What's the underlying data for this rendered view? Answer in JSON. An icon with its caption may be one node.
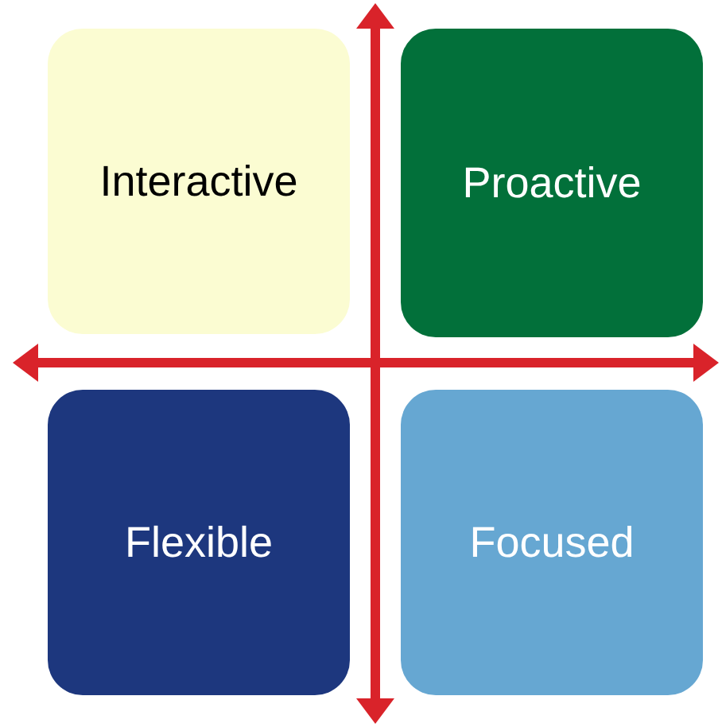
{
  "diagram": {
    "nodes": [
      {
        "text": [
          "Interactive"
        ]
      },
      {
        "text": [
          "Proactive"
        ]
      },
      {
        "text": [
          "Flexible"
        ]
      },
      {
        "text": [
          "Focused"
        ]
      }
    ]
  }
}
